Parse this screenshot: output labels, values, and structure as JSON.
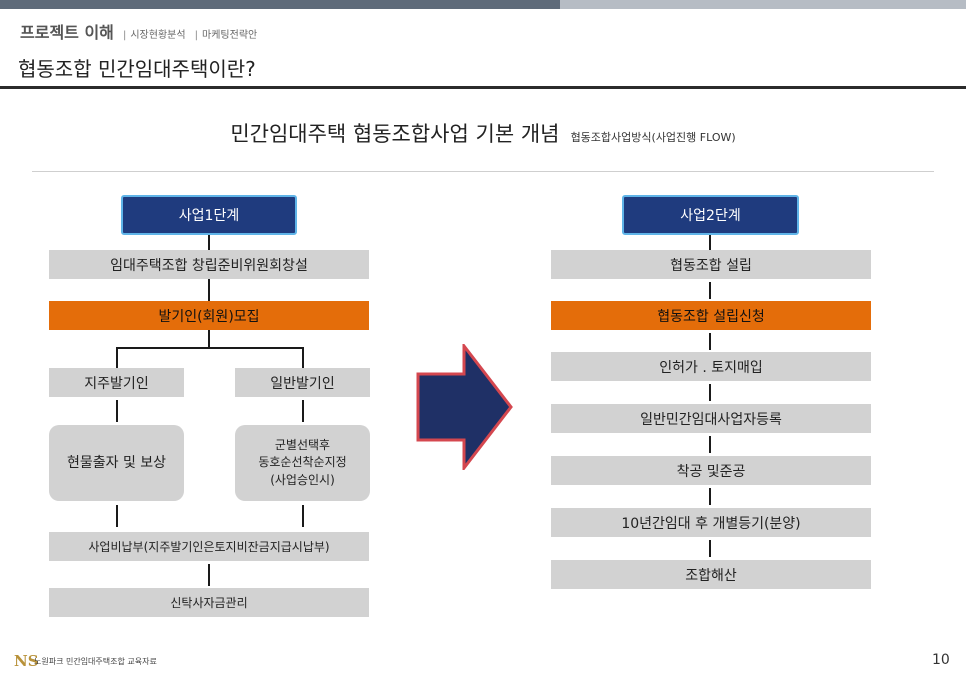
{
  "header": {
    "section": "프로젝트 이해",
    "separator": "|",
    "sub1": "시장현황분석",
    "sub2": "마케팅전략안"
  },
  "page_title": "협동조합 민간임대주택이란?",
  "section_heading": {
    "main": "민간임대주택 협동조합사업 기본 개념",
    "sub": "협동조합사업방식(사업진행 FLOW)"
  },
  "flow_left": {
    "stage": "사업1단계",
    "step1": "임대주택조합 창립준비위원회창설",
    "step2": "발기인(회원)모집",
    "branch_left": {
      "title": "지주발기인",
      "detail": "현물출자 및 보상"
    },
    "branch_right": {
      "title": "일반발기인",
      "detail_lines": [
        "군별선택후",
        "동호순선착순지정",
        "(사업승인시)"
      ]
    },
    "step3": "사업비납부(지주발기인은토지비잔금지급시납부)",
    "step4": "신탁사자금관리"
  },
  "flow_right": {
    "stage": "사업2단계",
    "steps": [
      "협동조합 설립",
      "협동조합 설립신청",
      "인허가 . 토지매입",
      "일반민간임대사업자등록",
      "착공 및준공",
      "10년간임대 후 개별등기(분양)",
      "조합해산"
    ]
  },
  "colors": {
    "stage_fill": "#1f3b7e",
    "stage_border": "#5fb4e8",
    "highlight": "#e46d0a",
    "step_fill": "#d2d2d2",
    "arrow_fill": "#1f3066",
    "arrow_border": "#d4474f"
  },
  "footer": {
    "logo": "NS",
    "text": "노원파크 민간임대주택조합 교육자료",
    "page_number": "10"
  }
}
